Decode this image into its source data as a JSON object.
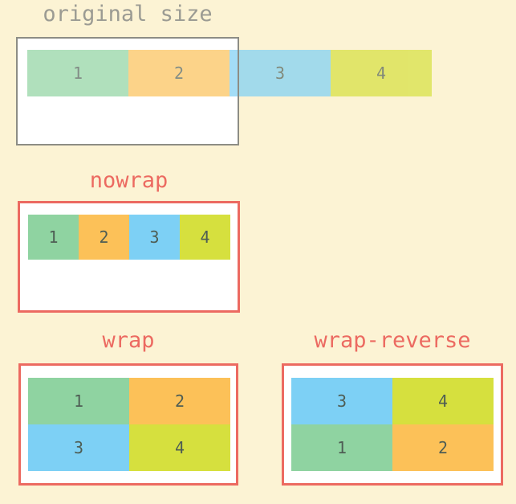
{
  "page": {
    "background": "#fcf3d4"
  },
  "colors": {
    "background": "#fcf3d4",
    "panel_white": "#ffffff",
    "gray_border": "#8d8d85",
    "gray_title": "#9b9b93",
    "red_accent": "#ec6a61",
    "item_green": "#8fd3a1",
    "item_orange": "#fcc158",
    "item_blue": "#7dd0f5",
    "item_yellow_green": "#d6e03e",
    "digit_text": "#4e5d54"
  },
  "sections": {
    "original": {
      "title": "original size",
      "items": [
        {
          "label": "1",
          "color": "#8fd3a1"
        },
        {
          "label": "2",
          "color": "#fcc158"
        },
        {
          "label": "3",
          "color": "#7dd0f5"
        },
        {
          "label": "4",
          "color": "#d6e03e"
        }
      ]
    },
    "nowrap": {
      "title": "nowrap",
      "items": [
        {
          "label": "1",
          "color": "#8fd3a1"
        },
        {
          "label": "2",
          "color": "#fcc158"
        },
        {
          "label": "3",
          "color": "#7dd0f5"
        },
        {
          "label": "4",
          "color": "#d6e03e"
        }
      ]
    },
    "wrap": {
      "title": "wrap",
      "items": [
        {
          "label": "1",
          "color": "#8fd3a1"
        },
        {
          "label": "2",
          "color": "#fcc158"
        },
        {
          "label": "3",
          "color": "#7dd0f5"
        },
        {
          "label": "4",
          "color": "#d6e03e"
        }
      ]
    },
    "wrap_reverse": {
      "title": "wrap-reverse",
      "items": [
        {
          "label": "3",
          "color": "#7dd0f5"
        },
        {
          "label": "4",
          "color": "#d6e03e"
        },
        {
          "label": "1",
          "color": "#8fd3a1"
        },
        {
          "label": "2",
          "color": "#fcc158"
        }
      ]
    }
  }
}
